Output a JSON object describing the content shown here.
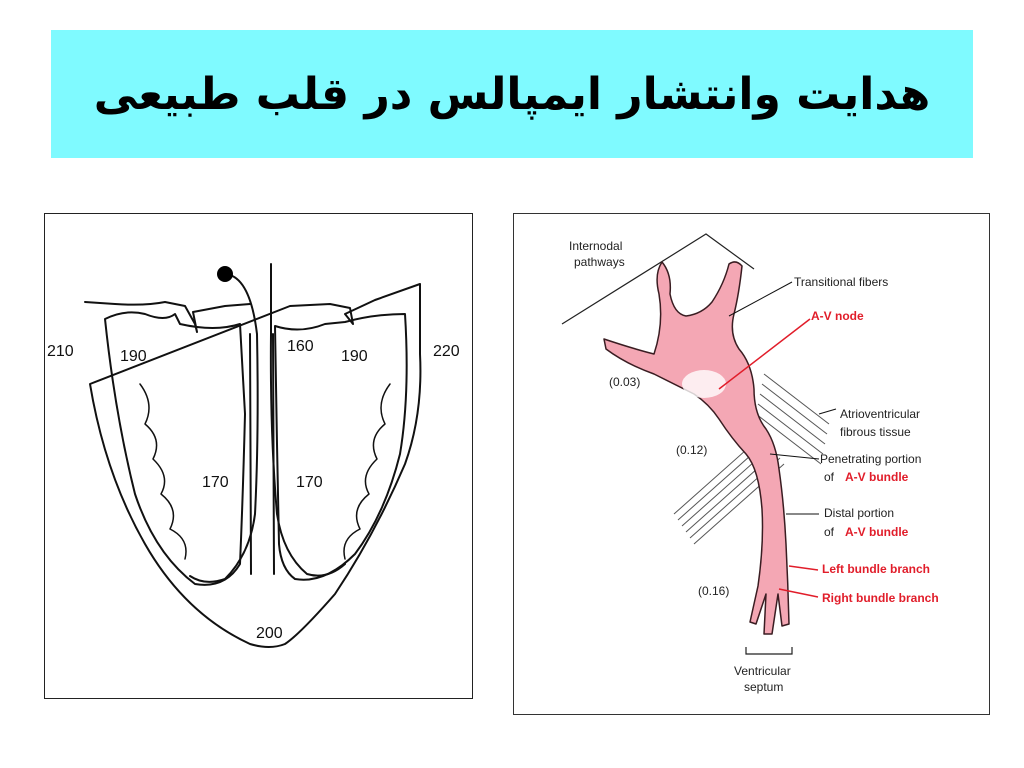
{
  "title": "هدایت وانتشار ایمپالس در قلب طبیعی",
  "left_diagram": {
    "times": {
      "t210": "210",
      "t190_left": "190",
      "t160": "160",
      "t190_right": "190",
      "t220": "220",
      "t170_left": "170",
      "t170_right": "170",
      "t200": "200"
    }
  },
  "right_diagram": {
    "labels": {
      "internodal_1": "Internodal",
      "internodal_2": "pathways",
      "transitional": "Transitional fibers",
      "av_node": "A-V node",
      "atrio_1": "Atrioventricular",
      "atrio_2": "fibrous tissue",
      "penetrating_1": "Penetrating portion",
      "penetrating_of": "of",
      "penetrating_bundle": "A-V bundle",
      "distal_1": "Distal portion",
      "distal_of": "of",
      "distal_bundle": "A-V bundle",
      "left_branch": "Left bundle branch",
      "right_branch": "Right bundle branch",
      "ventricular_1": "Ventricular",
      "ventricular_2": "septum",
      "t003": "(0.03)",
      "t012": "(0.12)",
      "t016": "(0.16)"
    },
    "colors": {
      "tissue": "#f4a7b4",
      "tissue_outline": "#3a1d22",
      "label_red": "#e11d2a"
    }
  }
}
